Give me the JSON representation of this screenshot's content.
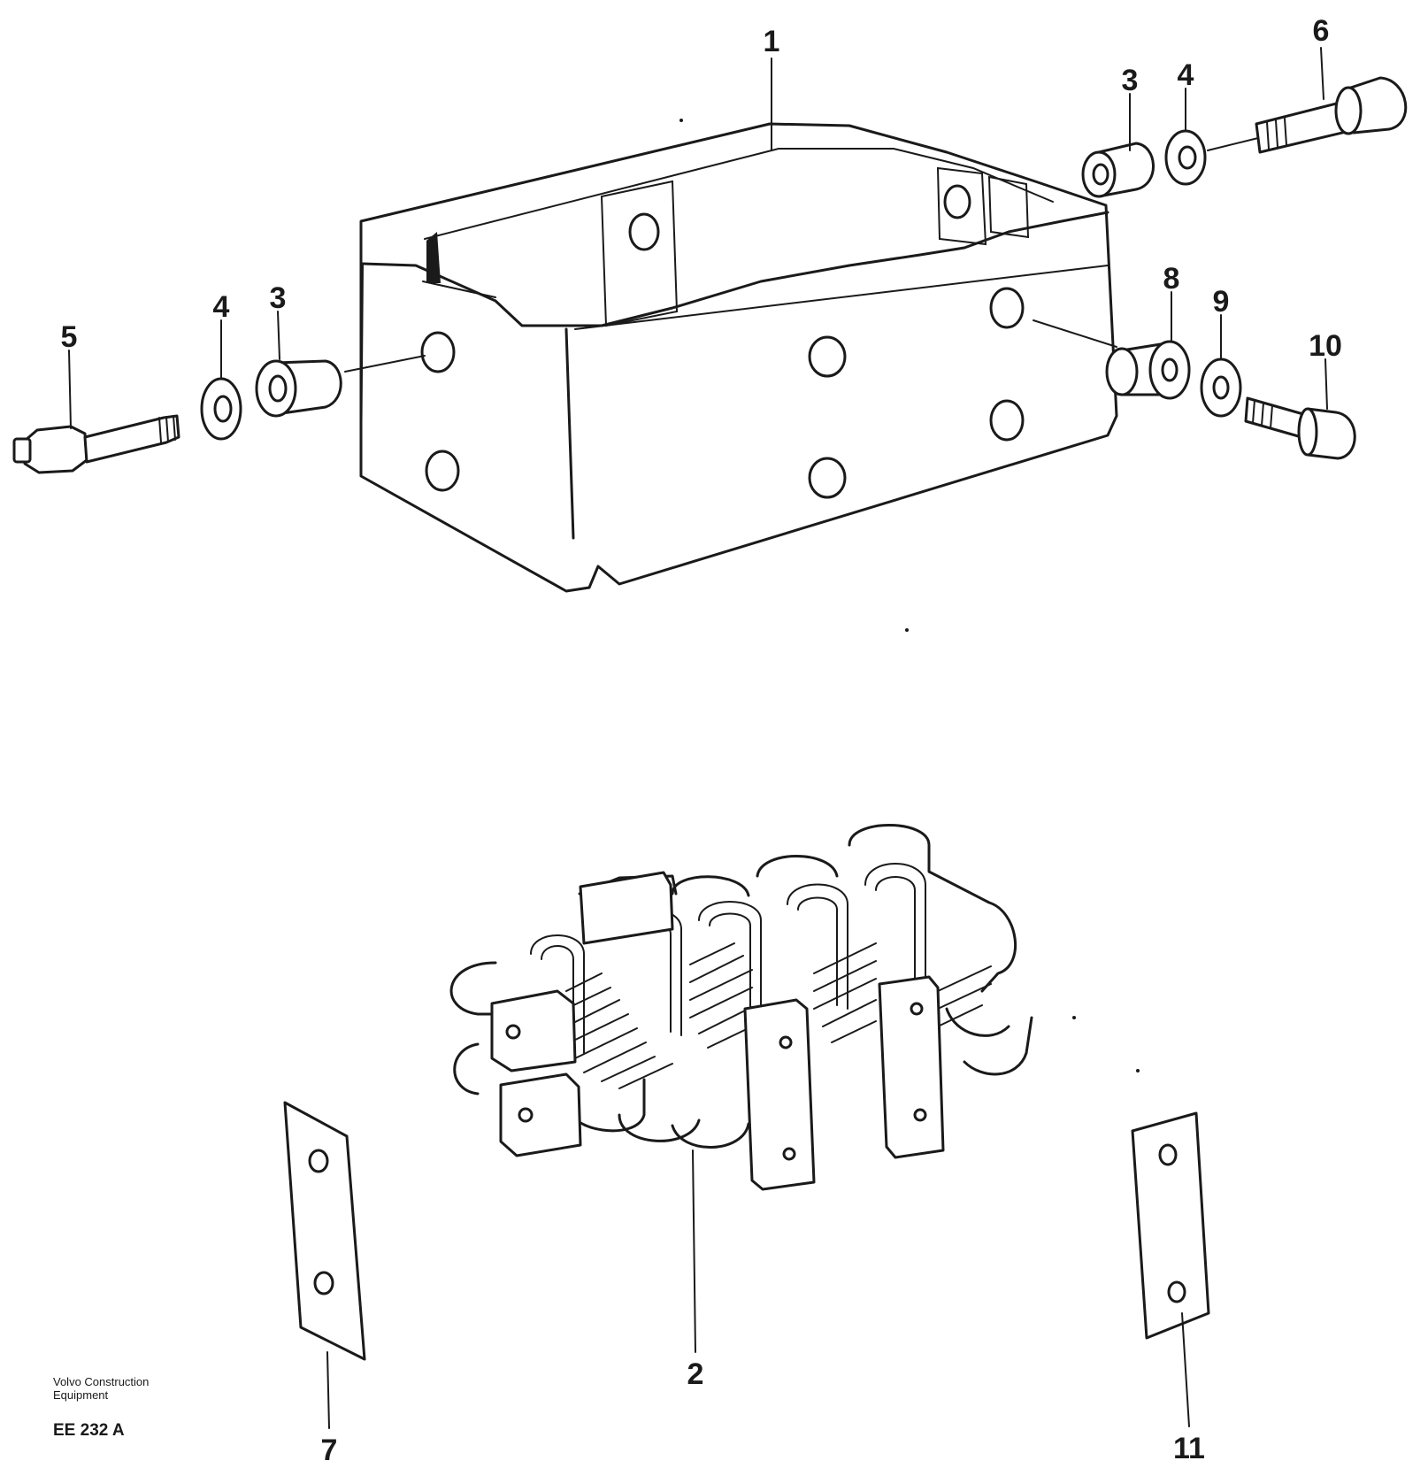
{
  "callouts": {
    "c1": "1",
    "c2": "2",
    "c3_left": "3",
    "c3_right": "3",
    "c4_left": "4",
    "c4_right": "4",
    "c5": "5",
    "c6": "6",
    "c7": "7",
    "c8": "8",
    "c9": "9",
    "c10": "10",
    "c11": "11"
  },
  "footer": {
    "line1": "Volvo Construction",
    "line2": "Equipment",
    "ref": "EE 232 A"
  }
}
